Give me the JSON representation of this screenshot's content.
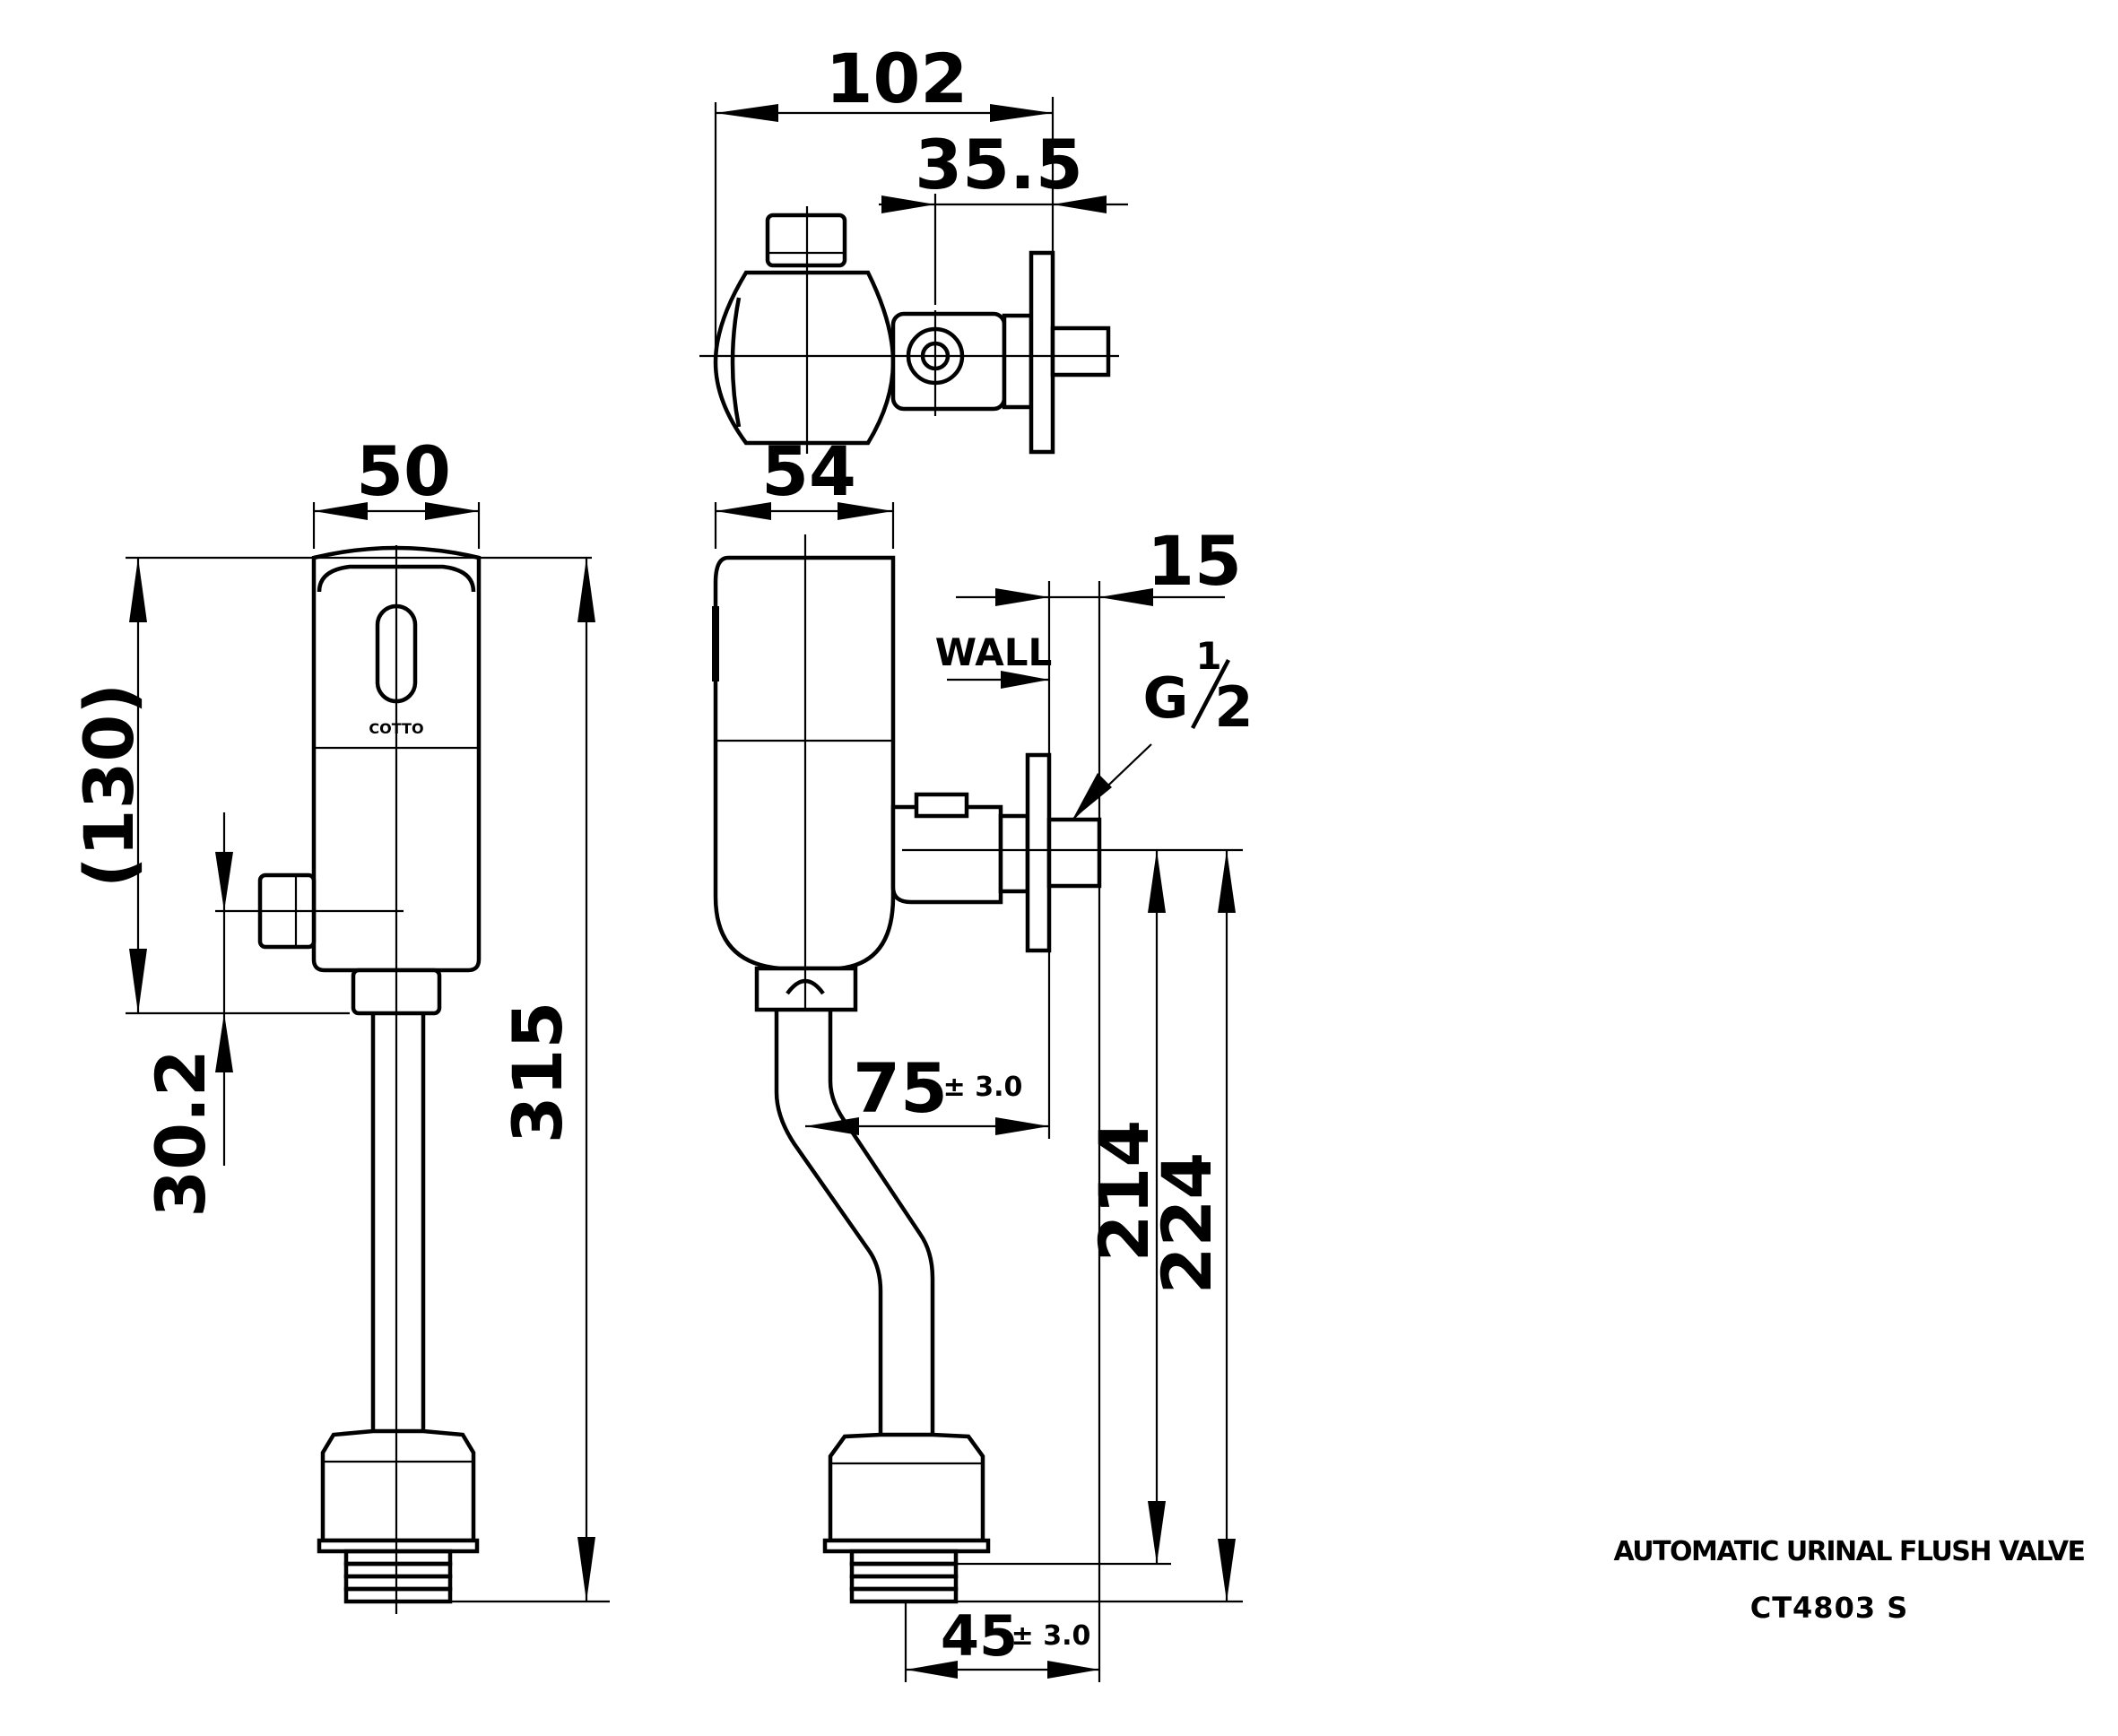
{
  "title": "AUTOMATIC URINAL FLUSH VALVE",
  "model": "CT4803 S",
  "brand_mark": "COTTO",
  "front_view": {
    "width": "50",
    "height_ref": "(130)",
    "total_height": "315",
    "inlet_offset": "30.2"
  },
  "top_view": {
    "depth": "102",
    "inlet_depth": "35.5"
  },
  "side_view": {
    "body_depth": "54",
    "wall_thickness": "15",
    "wall_label": "WALL",
    "thread_prefix": "G",
    "thread_num": "1",
    "thread_den": "2",
    "pipe_offset": "75",
    "pipe_offset_tol": "± 3.0",
    "height_214": "214",
    "height_224": "224",
    "outlet_offset": "45",
    "outlet_offset_tol": "± 3.0"
  }
}
